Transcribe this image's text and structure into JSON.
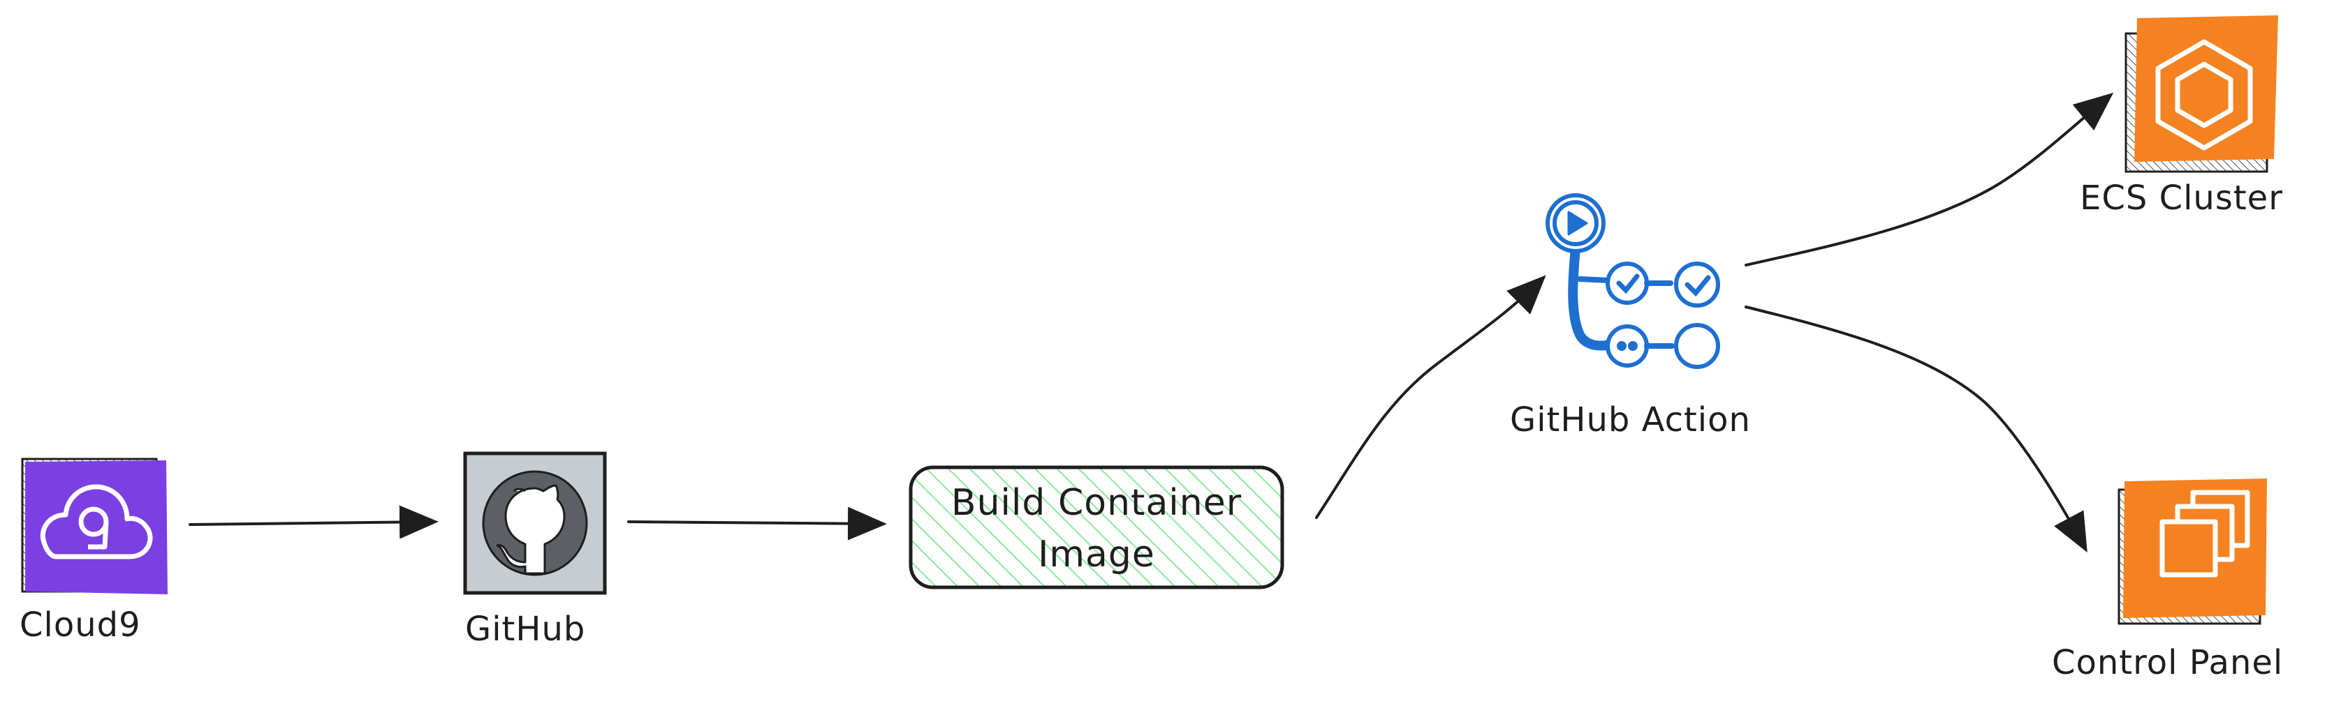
{
  "nodes": {
    "cloud9": {
      "label": "Cloud9",
      "icon": "cloud9-icon",
      "color": "#7B3FE4"
    },
    "github": {
      "label": "GitHub",
      "icon": "github-icon",
      "color": "#C7CCD1"
    },
    "build": {
      "label_line1": "Build Container",
      "label_line2": "Image",
      "fill": "#EBFBEE",
      "hatch": "#8CE99A"
    },
    "github_action": {
      "label": "GitHub Action",
      "icon": "github-actions-icon",
      "color": "#1E6FD0"
    },
    "ecs": {
      "label": "ECS Cluster",
      "icon": "ecs-icon",
      "color": "#F58220"
    },
    "control_panel": {
      "label": "Control Panel",
      "icon": "ec2-instances-icon",
      "color": "#F58220"
    }
  },
  "edges": [
    {
      "from": "cloud9",
      "to": "github"
    },
    {
      "from": "github",
      "to": "build"
    },
    {
      "from": "build",
      "to": "github_action"
    },
    {
      "from": "github_action",
      "to": "ecs"
    },
    {
      "from": "github_action",
      "to": "control_panel"
    }
  ]
}
